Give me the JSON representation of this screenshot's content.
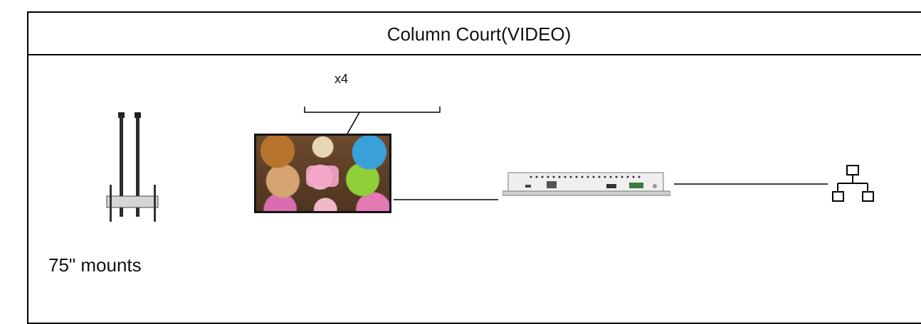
{
  "diagram": {
    "title": "Column Court(VIDEO)",
    "quantity_label": "x4",
    "mount_caption": "75\" mounts"
  },
  "components": [
    {
      "name": "ceiling column mount",
      "icon": "mount-icon"
    },
    {
      "name": "display",
      "icon": "display-icon"
    },
    {
      "name": "media player",
      "icon": "media-player-icon"
    },
    {
      "name": "network",
      "icon": "network-icon"
    }
  ],
  "colors": {
    "line": "#000000",
    "background": "#ffffff"
  }
}
